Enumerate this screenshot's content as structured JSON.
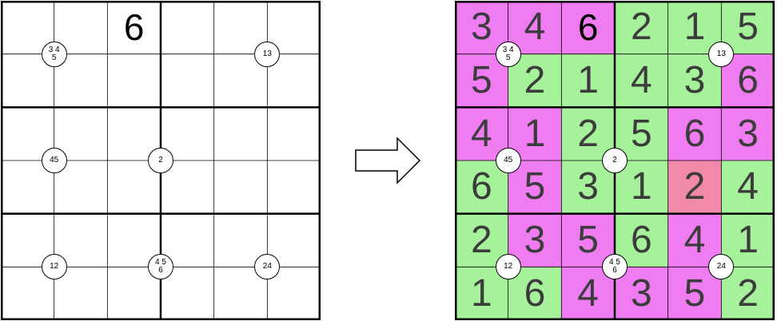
{
  "colors": {
    "magenta": "#f07cf2",
    "green": "#a6f29b",
    "pink": "#f08aa8",
    "white": "#ffffff",
    "grid": "#000000"
  },
  "puzzle": {
    "size": 6,
    "box": [
      2,
      3
    ],
    "givens": [
      {
        "row": 0,
        "col": 2,
        "value": "6"
      }
    ],
    "clues": [
      {
        "row": 1,
        "col": 1,
        "text": "3 4\n5"
      },
      {
        "row": 1,
        "col": 5,
        "text": "13"
      },
      {
        "row": 3,
        "col": 1,
        "text": "45"
      },
      {
        "row": 3,
        "col": 3,
        "text": "2"
      },
      {
        "row": 5,
        "col": 1,
        "text": "12"
      },
      {
        "row": 5,
        "col": 3,
        "text": "4 5\n6"
      },
      {
        "row": 5,
        "col": 5,
        "text": "24"
      }
    ]
  },
  "arrow_icon": "right-arrow-icon",
  "solution": {
    "rows": [
      [
        "3",
        "4",
        "6",
        "2",
        "1",
        "5"
      ],
      [
        "5",
        "2",
        "1",
        "4",
        "3",
        "6"
      ],
      [
        "4",
        "1",
        "2",
        "5",
        "6",
        "3"
      ],
      [
        "6",
        "5",
        "3",
        "1",
        "2",
        "4"
      ],
      [
        "2",
        "3",
        "5",
        "6",
        "4",
        "1"
      ],
      [
        "1",
        "6",
        "4",
        "3",
        "5",
        "2"
      ]
    ],
    "shading": [
      [
        "m",
        "m",
        "m",
        "g",
        "g",
        "g"
      ],
      [
        "m",
        "g",
        "g",
        "g",
        "g",
        "m"
      ],
      [
        "m",
        "m",
        "g",
        "g",
        "m",
        "m"
      ],
      [
        "g",
        "m",
        "g",
        "g",
        "p",
        "g"
      ],
      [
        "g",
        "m",
        "m",
        "g",
        "m",
        "g"
      ],
      [
        "g",
        "g",
        "m",
        "m",
        "m",
        "g"
      ]
    ]
  }
}
